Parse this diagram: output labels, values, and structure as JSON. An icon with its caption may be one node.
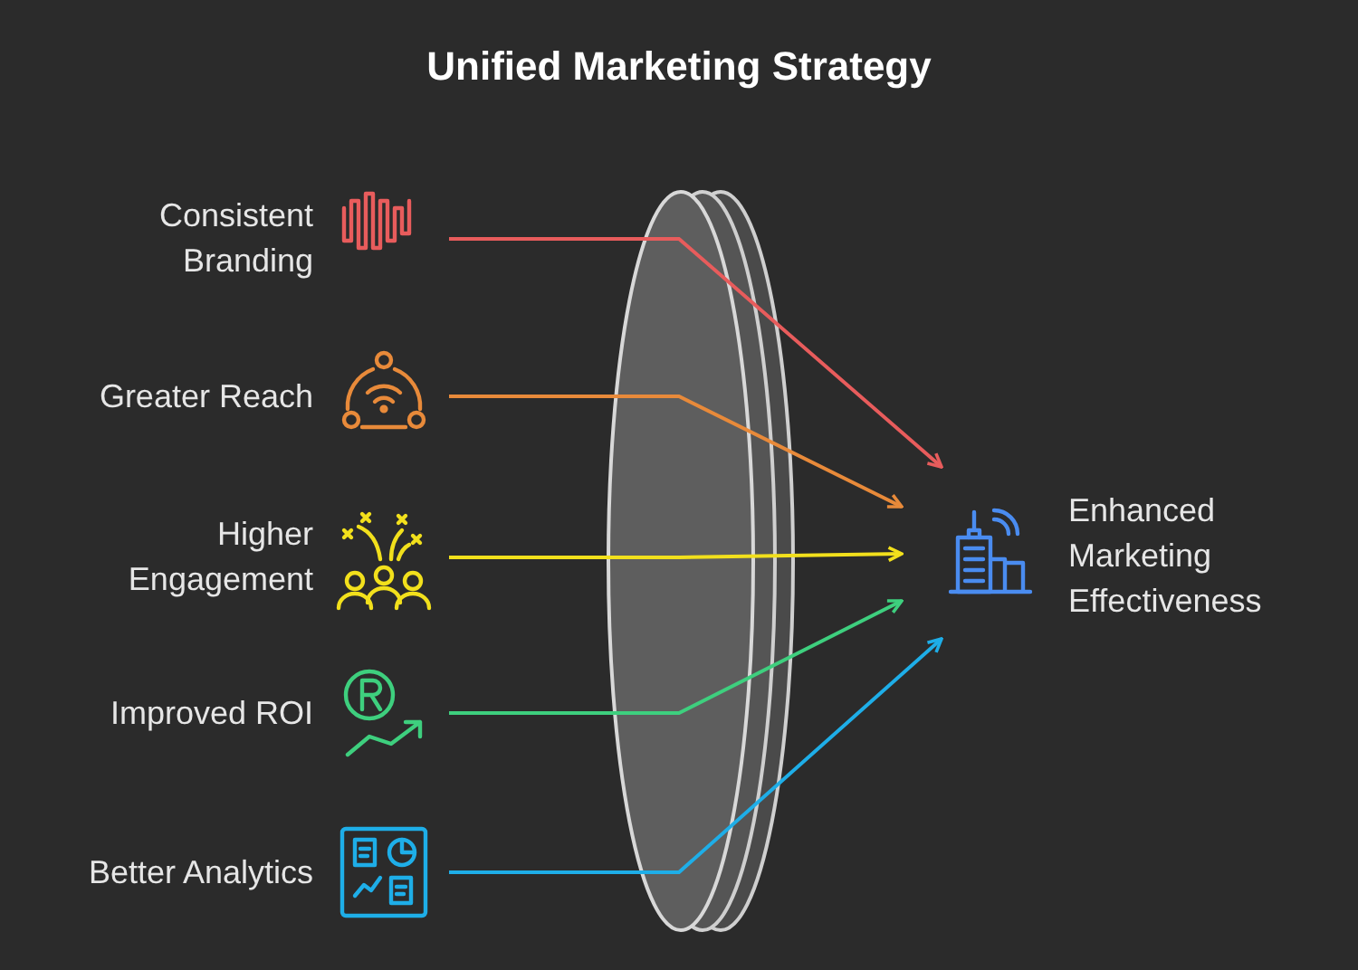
{
  "diagram": {
    "title": "Unified Marketing Strategy",
    "nodes": [
      {
        "text": [
          "Consistent Branding"
        ]
      },
      {
        "text": [
          "Greater Reach"
        ]
      },
      {
        "text": [
          "Higher Engagement"
        ]
      },
      {
        "text": [
          "Improved ROI"
        ]
      },
      {
        "text": [
          "Better Analytics"
        ]
      },
      {
        "text": [
          "Enhanced Marketing Effectiveness"
        ]
      }
    ],
    "edges": [
      {
        "from": 0,
        "to": 5,
        "arrow": "to",
        "color": "#e85c5c"
      },
      {
        "from": 1,
        "to": 5,
        "arrow": "to",
        "color": "#e88a3a"
      },
      {
        "from": 2,
        "to": 5,
        "arrow": "to",
        "color": "#f2e01c"
      },
      {
        "from": 3,
        "to": 5,
        "arrow": "to",
        "color": "#3ecf7e"
      },
      {
        "from": 4,
        "to": 5,
        "arrow": "to",
        "color": "#1eaee8"
      }
    ]
  }
}
